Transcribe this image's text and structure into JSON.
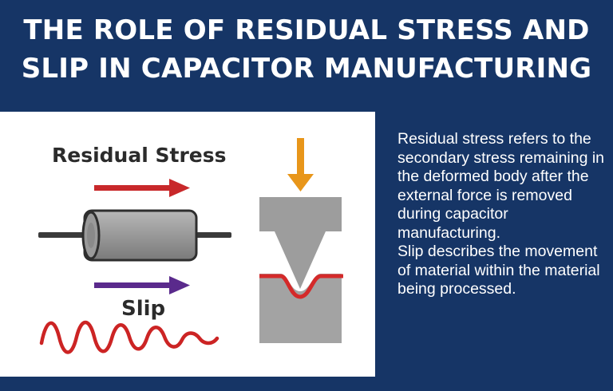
{
  "title": {
    "line1": "THE ROLE OF RESIDUAL STRESS AND",
    "line2": "SLIP IN CAPACITOR MANUFACTURING"
  },
  "diagram": {
    "residual_label": "Residual Stress",
    "slip_label": "Slip"
  },
  "description": {
    "residual": "Residual stress refers to the secondary stress remaining in the deformed body after the external force is removed during capacitor manufacturing.",
    "slip": "Slip describes the movement of material within the material being processed."
  },
  "colors": {
    "background": "#163566",
    "panel": "#ffffff",
    "residual_arrow": "#c8282a",
    "slip_arrow": "#5a2a8c",
    "force_arrow": "#e8961a",
    "metal": "#9a9a9a",
    "stress_line": "#d42a2a"
  },
  "icons": [
    "capacitor-icon",
    "arrow-right-icon",
    "arrow-down-icon",
    "wave-icon",
    "press-die-icon"
  ]
}
